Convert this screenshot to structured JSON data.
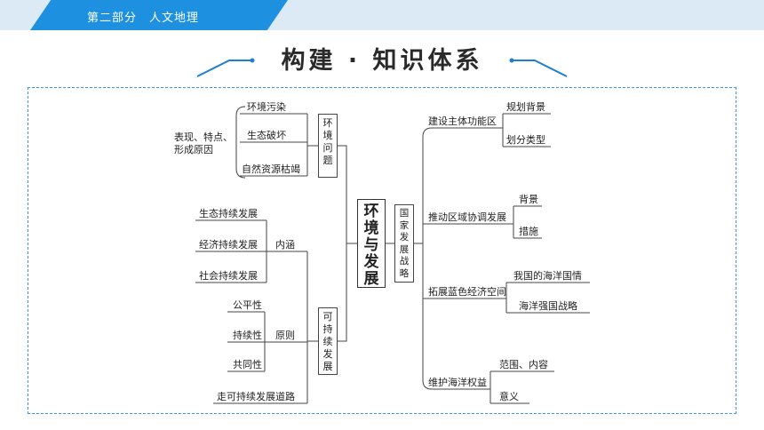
{
  "header": {
    "section": "第二部分　人文地理"
  },
  "banner": {
    "title": "构建 · 知识体系"
  },
  "center": {
    "chars": [
      "环",
      "境",
      "与",
      "发",
      "展"
    ]
  },
  "env_problem": {
    "box": [
      "环",
      "境",
      "问",
      "题"
    ],
    "items": [
      "环境污染",
      "生态破坏",
      "自然资源枯竭"
    ],
    "aspect": [
      "表现、特点、",
      "形成原因"
    ]
  },
  "sustainable": {
    "box": [
      "可",
      "持",
      "续",
      "发",
      "展"
    ],
    "connotation_label": "内涵",
    "connotation_items": [
      "生态持续发展",
      "经济持续发展",
      "社会持续发展"
    ],
    "principle_label": "原则",
    "principle_items": [
      "公平性",
      "持续性",
      "共同性"
    ],
    "road": "走可持续发展道路"
  },
  "national": {
    "box": [
      "国",
      "家",
      "发",
      "展",
      "战",
      "略"
    ],
    "branches": [
      {
        "label": "建设主体功能区",
        "subs": [
          "规划背景",
          "划分类型"
        ]
      },
      {
        "label": "推动区域协调发展",
        "subs": [
          "背景",
          "措施"
        ]
      },
      {
        "label": "拓展蓝色经济空间",
        "subs": [
          "我国的海洋国情",
          "海洋强国战略"
        ]
      },
      {
        "label": "维护海洋权益",
        "subs": [
          "范围、内容",
          "意义"
        ]
      }
    ]
  }
}
